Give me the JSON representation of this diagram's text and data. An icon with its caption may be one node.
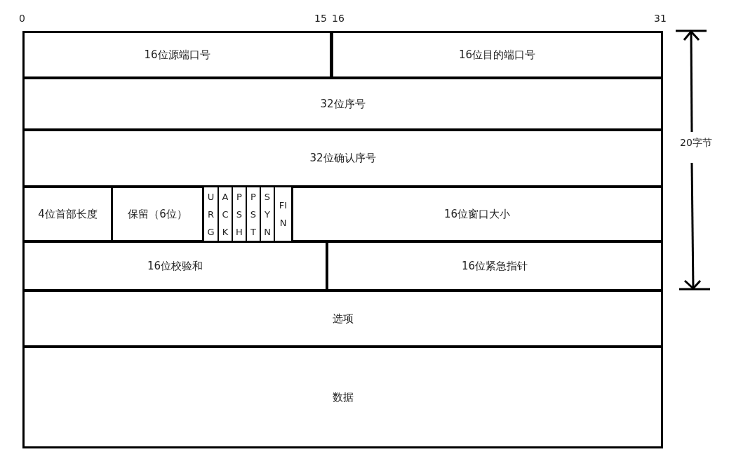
{
  "diagram": {
    "nodes": [
      {
        "text": [
          "16位源端口号"
        ]
      },
      {
        "text": [
          "16位目的端口号"
        ]
      },
      {
        "text": [
          "32位序号"
        ]
      },
      {
        "text": [
          "32位确认序号"
        ]
      },
      {
        "text": [
          "4位首部长度"
        ]
      },
      {
        "text": [
          "保留（6位）"
        ]
      },
      {
        "text": [
          "URG"
        ]
      },
      {
        "text": [
          "ACK"
        ]
      },
      {
        "text": [
          "PSH"
        ]
      },
      {
        "text": [
          "PST"
        ]
      },
      {
        "text": [
          "SYN"
        ]
      },
      {
        "text": [
          "FIN"
        ]
      },
      {
        "text": [
          "16位窗口大小"
        ]
      },
      {
        "text": [
          "16位校验和"
        ]
      },
      {
        "text": [
          "16位紧急指针"
        ]
      },
      {
        "text": [
          "选项"
        ]
      },
      {
        "text": [
          "数据"
        ]
      }
    ],
    "labels": [
      "0",
      "15",
      "16",
      "31",
      "20字节"
    ]
  }
}
